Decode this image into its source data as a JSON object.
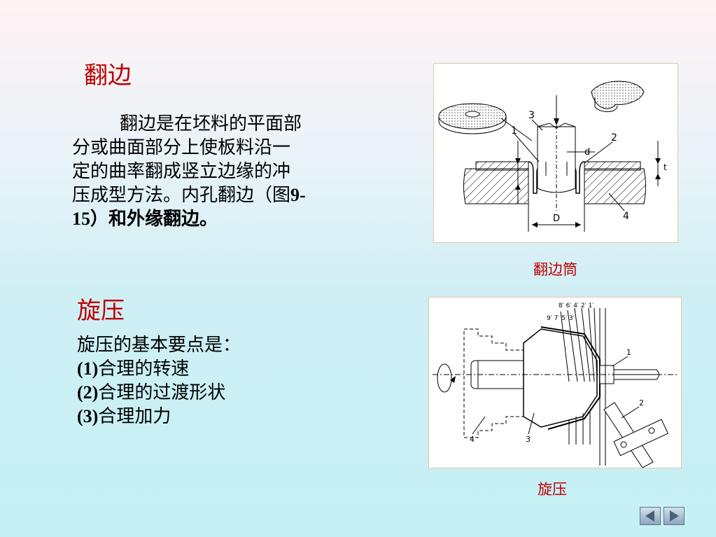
{
  "section1": {
    "title": "翻边",
    "paragraph_lines": [
      "翻边是在坯料的平面部",
      "分或曲面部分上使板料沿一",
      "定的曲率翻成竖立边缘的冲",
      "压成型方法。内孔翻边（图",
      "15）和外缘翻边。"
    ],
    "fig_ref_tail": "9-",
    "figure_caption": "翻边筒",
    "figure_labels": {
      "n1": "1",
      "n2": "2",
      "n3": "3",
      "n4": "4",
      "d_small": "d",
      "D_big": "D",
      "t": "t"
    }
  },
  "section2": {
    "title": "旋压",
    "intro": "旋压的基本要点是：",
    "points": [
      {
        "num": "(1)",
        "text": "合理的转速"
      },
      {
        "num": "(2)",
        "text": "合理的过渡形状"
      },
      {
        "num": "(3)",
        "text": "合理加力"
      }
    ],
    "figure_caption": "旋压",
    "figure_labels": {
      "top_row1": "8′ 6′ 4′ 2′ 1′",
      "top_row2": "9′ 7′ 5′ 3′",
      "n1": "1",
      "n2": "2",
      "n3": "3",
      "n4": "4"
    }
  },
  "nav": {
    "prev_icon": "triangle-left-icon",
    "next_icon": "triangle-right-icon"
  }
}
